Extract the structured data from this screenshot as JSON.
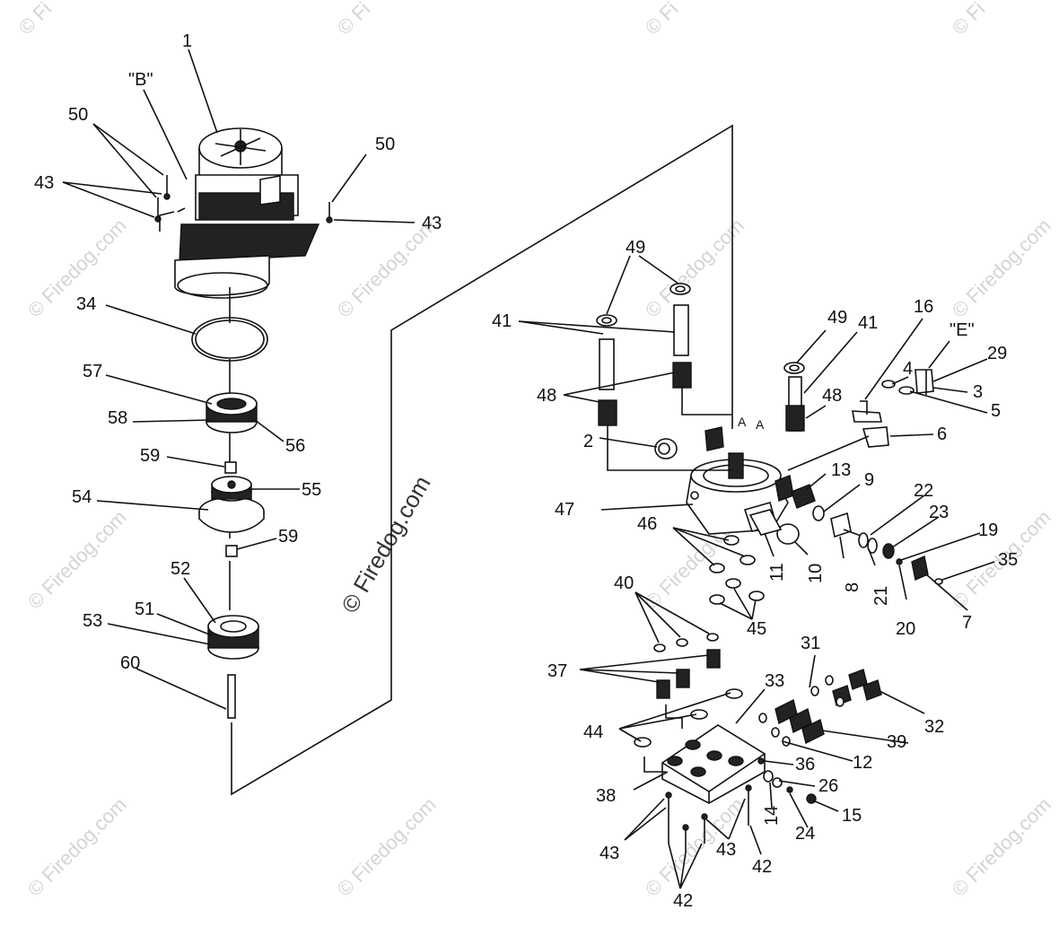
{
  "watermark": {
    "text": "© Firedog.com",
    "corner_text": "© Fi"
  },
  "callouts": [
    {
      "id": "c1",
      "text": "1"
    },
    {
      "id": "cB",
      "text": "\"B\""
    },
    {
      "id": "c50a",
      "text": "50"
    },
    {
      "id": "c43a",
      "text": "43"
    },
    {
      "id": "c50b",
      "text": "50"
    },
    {
      "id": "c43b",
      "text": "43"
    },
    {
      "id": "c34",
      "text": "34"
    },
    {
      "id": "c57",
      "text": "57"
    },
    {
      "id": "c58",
      "text": "58"
    },
    {
      "id": "c56",
      "text": "56"
    },
    {
      "id": "c59a",
      "text": "59"
    },
    {
      "id": "c54",
      "text": "54"
    },
    {
      "id": "c55",
      "text": "55"
    },
    {
      "id": "c59b",
      "text": "59"
    },
    {
      "id": "c52",
      "text": "52"
    },
    {
      "id": "c51",
      "text": "51"
    },
    {
      "id": "c53",
      "text": "53"
    },
    {
      "id": "c60",
      "text": "60"
    },
    {
      "id": "c49a",
      "text": "49"
    },
    {
      "id": "c41a",
      "text": "41"
    },
    {
      "id": "c48a",
      "text": "48"
    },
    {
      "id": "c2",
      "text": "2"
    },
    {
      "id": "c49b",
      "text": "49"
    },
    {
      "id": "c41b",
      "text": "41"
    },
    {
      "id": "c16",
      "text": "16"
    },
    {
      "id": "cE",
      "text": "\"E\""
    },
    {
      "id": "c29",
      "text": "29"
    },
    {
      "id": "c4",
      "text": "4"
    },
    {
      "id": "c3",
      "text": "3"
    },
    {
      "id": "c5",
      "text": "5"
    },
    {
      "id": "c48b",
      "text": "48"
    },
    {
      "id": "c6",
      "text": "6"
    },
    {
      "id": "c13",
      "text": "13"
    },
    {
      "id": "c9",
      "text": "9"
    },
    {
      "id": "c22",
      "text": "22"
    },
    {
      "id": "c23",
      "text": "23"
    },
    {
      "id": "c19",
      "text": "19"
    },
    {
      "id": "c35",
      "text": "35"
    },
    {
      "id": "c47",
      "text": "47"
    },
    {
      "id": "c46",
      "text": "46"
    },
    {
      "id": "c11",
      "text": "11"
    },
    {
      "id": "c10",
      "text": "10"
    },
    {
      "id": "c8",
      "text": "8"
    },
    {
      "id": "c21",
      "text": "21"
    },
    {
      "id": "c20",
      "text": "20"
    },
    {
      "id": "c7",
      "text": "7"
    },
    {
      "id": "c45",
      "text": "45"
    },
    {
      "id": "c40",
      "text": "40"
    },
    {
      "id": "c31",
      "text": "31"
    },
    {
      "id": "c37",
      "text": "37"
    },
    {
      "id": "c33",
      "text": "33"
    },
    {
      "id": "c32",
      "text": "32"
    },
    {
      "id": "c44",
      "text": "44"
    },
    {
      "id": "c39",
      "text": "39"
    },
    {
      "id": "c12",
      "text": "12"
    },
    {
      "id": "c36",
      "text": "36"
    },
    {
      "id": "c38",
      "text": "38"
    },
    {
      "id": "c26",
      "text": "26"
    },
    {
      "id": "c14",
      "text": "14"
    },
    {
      "id": "c15",
      "text": "15"
    },
    {
      "id": "c24",
      "text": "24"
    },
    {
      "id": "c43c",
      "text": "43"
    },
    {
      "id": "c43d",
      "text": "43"
    },
    {
      "id": "c42a",
      "text": "42"
    },
    {
      "id": "c42b",
      "text": "42"
    },
    {
      "id": "cA1",
      "text": "A"
    },
    {
      "id": "cA2",
      "text": "A"
    }
  ]
}
